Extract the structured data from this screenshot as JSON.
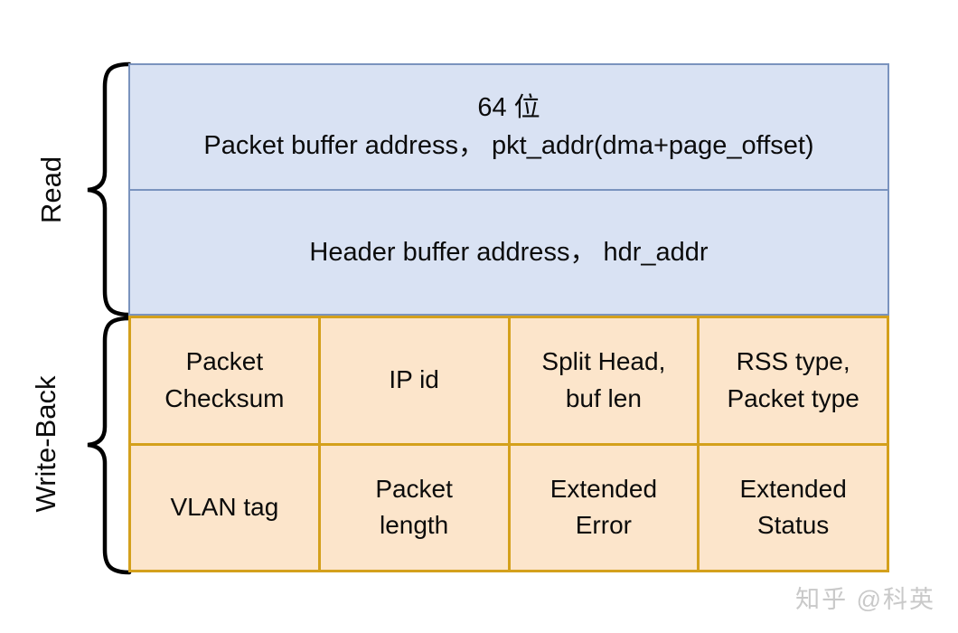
{
  "sections": {
    "read": {
      "label": "Read",
      "rows": [
        "64 位\nPacket buffer address， pkt_addr(dma+page_offset)",
        "Header buffer address， hdr_addr"
      ]
    },
    "write_back": {
      "label": "Write-Back",
      "cells": [
        "Packet\nChecksum",
        "IP id",
        "Split Head,\nbuf len",
        "RSS type,\nPacket type",
        "VLAN tag",
        "Packet\nlength",
        "Extended\nError",
        "Extended\nStatus"
      ]
    }
  },
  "watermark": {
    "text": "知乎 @科英"
  },
  "colors": {
    "read_fill": "#d9e2f3",
    "read_border": "#7a93be",
    "write_back_fill": "#fce5cb",
    "write_back_border": "#d4a01c",
    "brace": "#000000",
    "watermark_gray": "#c9c9c9"
  }
}
